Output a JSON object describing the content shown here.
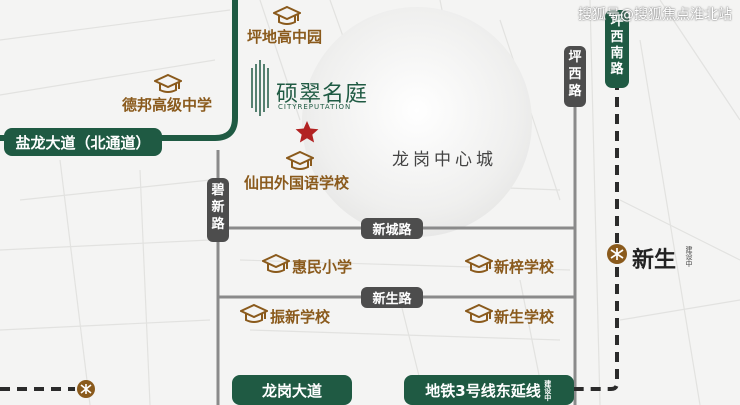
{
  "watermark": "搜狐号@搜狐焦点淮北站",
  "district_label": "龙岗中心城",
  "project": {
    "name": "硕翠名庭",
    "subtitle": "CITYREPUTATION"
  },
  "schools": {
    "pingdi": "坪地高中园",
    "debang": "德邦高级中学",
    "xiantian": "仙田外国语学校",
    "huimin": "惠民小学",
    "xinzi": "新梓学校",
    "zhenxin": "振新学校",
    "xinsheng": "新生学校"
  },
  "roads": {
    "yanlong": "盐龙大道（北通道）",
    "longgang": "龙岗大道",
    "metro3": "地铁3号线东延线",
    "metro3_tag": "建设中",
    "xincheng": "新城路",
    "xinsheng": "新生路",
    "bixin": [
      "碧",
      "新",
      "路"
    ],
    "pingxi": [
      "坪",
      "西",
      "路"
    ],
    "pingxinan": [
      "坪",
      "西",
      "南",
      "路"
    ]
  },
  "station": {
    "name": "新生",
    "tag": "建设中"
  },
  "colors": {
    "green": "#1f5a43",
    "grey_road": "#8a8a8a",
    "school_brown": "#8a5a1c",
    "star": "#b22222",
    "metro_dash": "#2b2b2b"
  },
  "icons": [
    "graduation-cap-icon",
    "star-icon",
    "metro-icon"
  ]
}
